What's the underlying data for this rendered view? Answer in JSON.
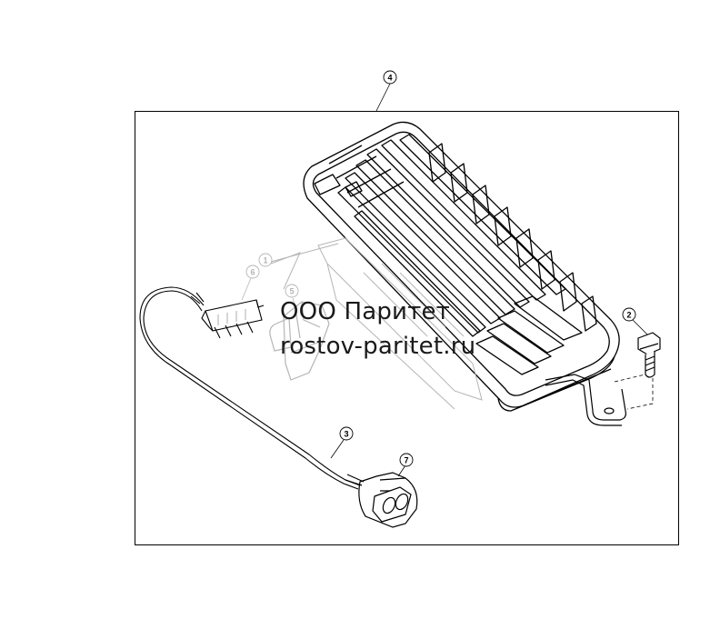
{
  "callouts": {
    "c1": "1",
    "c2": "2",
    "c3": "3",
    "c4": "4",
    "c5": "5",
    "c6": "6",
    "c7": "7"
  },
  "watermark": {
    "line1": "ООО Паритет",
    "line2": "rostov-paritet.ru"
  },
  "colors": {
    "ink": "#000000",
    "faded": "#b5b5b5"
  }
}
